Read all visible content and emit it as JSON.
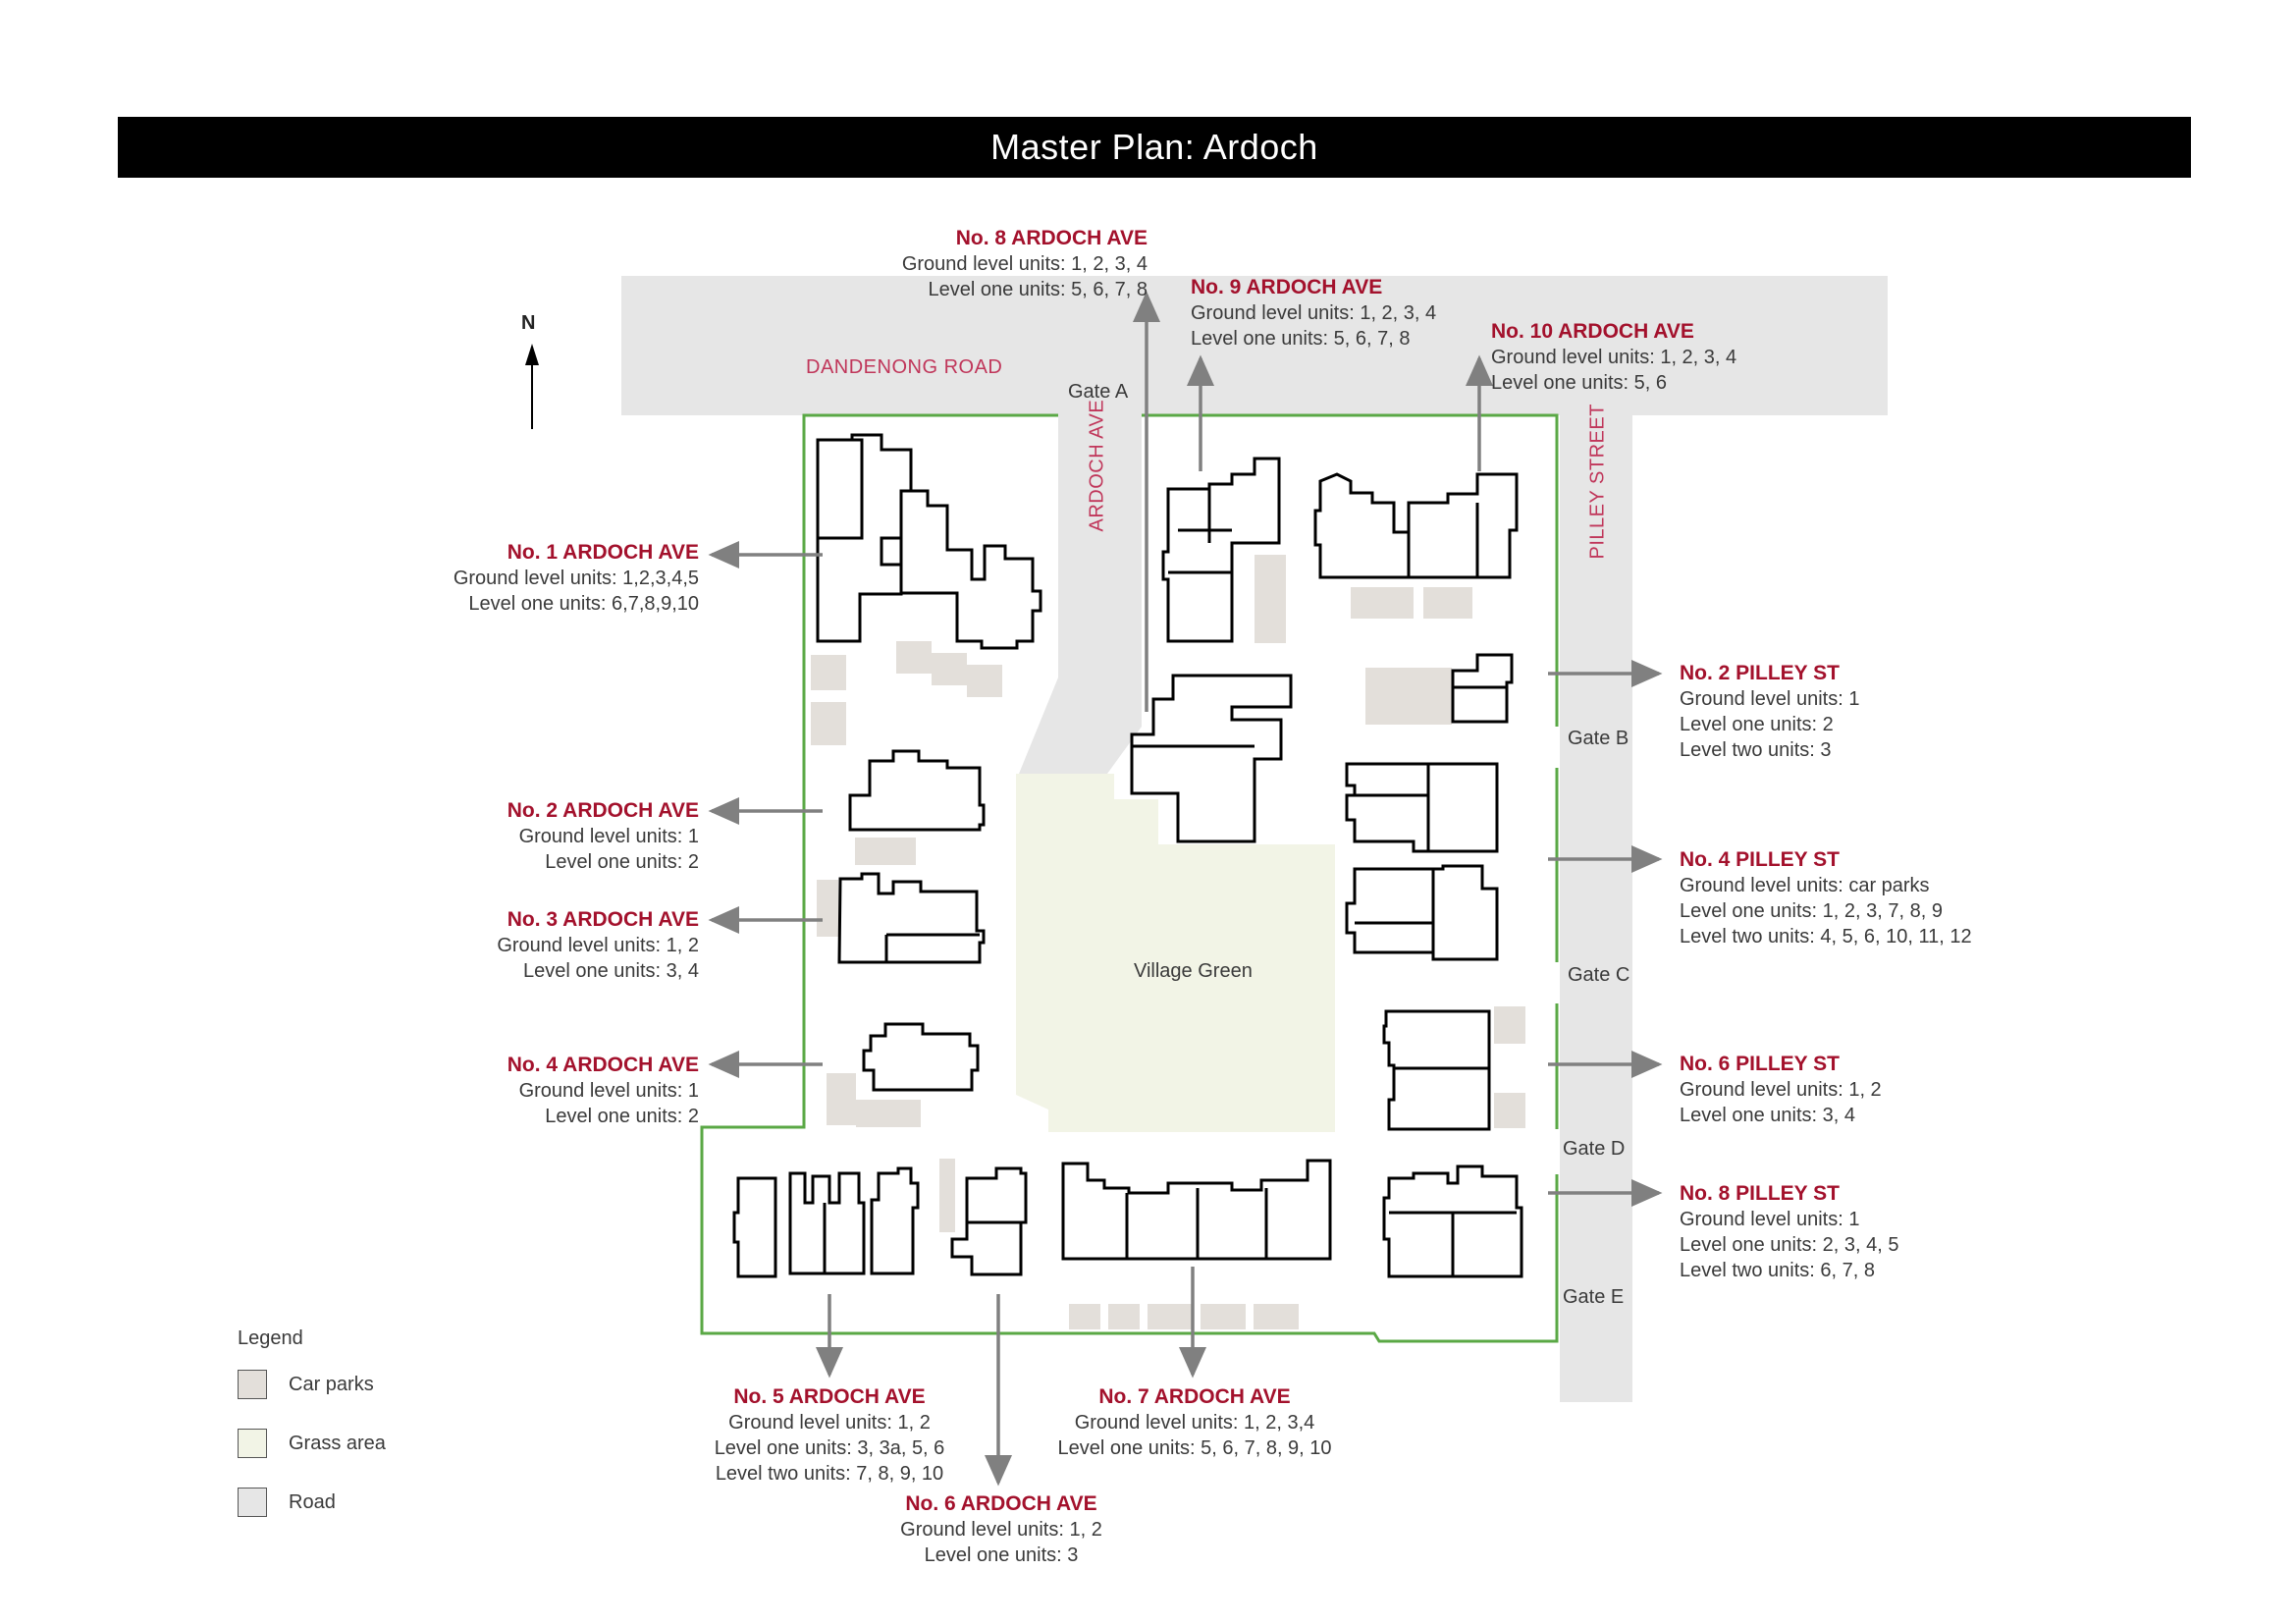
{
  "title": "Master Plan: Ardoch",
  "north_label": "N",
  "streets": {
    "dandenong": "DANDENONG ROAD",
    "ardoch": "ARDOCH AVE",
    "pilley": "PILLEY STREET"
  },
  "gates": {
    "a": "Gate A",
    "b": "Gate B",
    "c": "Gate C",
    "d": "Gate D",
    "e": "Gate E"
  },
  "village_green": "Village Green",
  "properties": {
    "a8": {
      "name": "No. 8 ARDOCH AVE",
      "lines": [
        "Ground level units: 1, 2, 3, 4",
        "Level one units: 5, 6, 7, 8"
      ]
    },
    "a9": {
      "name": "No. 9 ARDOCH AVE",
      "lines": [
        "Ground level units: 1, 2, 3, 4",
        "Level one units: 5, 6, 7, 8"
      ]
    },
    "a10": {
      "name": "No. 10 ARDOCH AVE",
      "lines": [
        "Ground level units: 1, 2, 3, 4",
        "Level one units: 5, 6"
      ]
    },
    "a1": {
      "name": "No. 1 ARDOCH AVE",
      "lines": [
        "Ground level units: 1,2,3,4,5",
        "Level one units: 6,7,8,9,10"
      ]
    },
    "a2": {
      "name": "No. 2 ARDOCH AVE",
      "lines": [
        "Ground level units: 1",
        "Level one units: 2"
      ]
    },
    "a3": {
      "name": "No. 3 ARDOCH AVE",
      "lines": [
        "Ground level units: 1, 2",
        "Level one units: 3, 4"
      ]
    },
    "a4": {
      "name": "No. 4 ARDOCH AVE",
      "lines": [
        "Ground level units: 1",
        "Level one units: 2"
      ]
    },
    "a5": {
      "name": "No. 5 ARDOCH AVE",
      "lines": [
        "Ground level units: 1, 2",
        "Level one units: 3, 3a, 5, 6",
        "Level two units: 7, 8, 9, 10"
      ]
    },
    "a6": {
      "name": "No. 6 ARDOCH AVE",
      "lines": [
        "Ground level units: 1, 2",
        "Level one units: 3"
      ]
    },
    "a7": {
      "name": "No. 7 ARDOCH AVE",
      "lines": [
        "Ground level units: 1, 2, 3,4",
        "Level one units: 5, 6, 7, 8, 9, 10"
      ]
    },
    "p2": {
      "name": "No. 2 PILLEY ST",
      "lines": [
        "Ground level units: 1",
        "Level one units: 2",
        "Level two units: 3"
      ]
    },
    "p4": {
      "name": "No. 4 PILLEY ST",
      "lines": [
        "Ground level units: car parks",
        "Level one units: 1, 2, 3, 7, 8, 9",
        "Level two units: 4, 5, 6, 10, 11, 12"
      ]
    },
    "p6": {
      "name": "No. 6 PILLEY ST",
      "lines": [
        "Ground level units: 1, 2",
        "Level one units: 3, 4"
      ]
    },
    "p8": {
      "name": "No. 8 PILLEY ST",
      "lines": [
        "Ground level units: 1",
        "Level one units: 2, 3, 4, 5",
        "Level two units: 6, 7, 8"
      ]
    }
  },
  "legend": {
    "title": "Legend",
    "items": [
      {
        "label": "Car parks",
        "color": "#e3dfda"
      },
      {
        "label": "Grass area",
        "color": "#f2f4e6"
      },
      {
        "label": "Road",
        "color": "#e6e6e6"
      }
    ]
  },
  "colors": {
    "road": "#e6e6e6",
    "grass": "#f2f4e6",
    "car_park": "#e3dfda",
    "boundary": "#5aa845",
    "arrow": "#808080",
    "heading": "#a3112c",
    "street_label": "#c0365a"
  }
}
